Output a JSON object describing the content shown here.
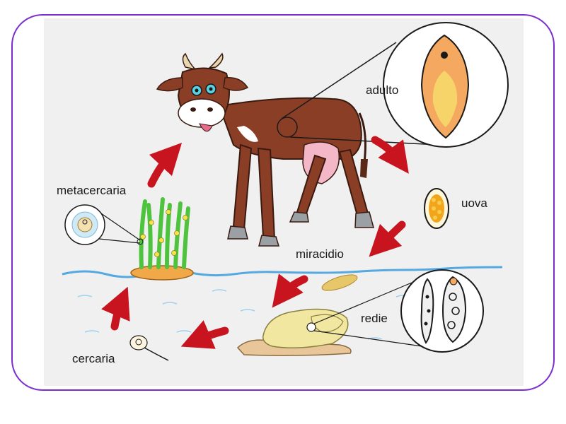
{
  "labels": {
    "adulto": "adulto",
    "uova": "uova",
    "metacercaria": "metacercaria",
    "miracidio": "miracidio",
    "redie": "redie",
    "cercaria": "cercaria"
  },
  "colors": {
    "frame": "#7b2ecf",
    "background": "#f0f0f0",
    "arrow": "#c8141e",
    "water": "#55a8e0",
    "cow_brown": "#8a3e26",
    "grass": "#4ec43e",
    "snail": "#f2e7a0"
  },
  "icons": [
    "cow-icon",
    "fluke-icon",
    "egg-icon",
    "snail-icon",
    "grass-icon",
    "cercaria-icon",
    "redia-icon"
  ]
}
